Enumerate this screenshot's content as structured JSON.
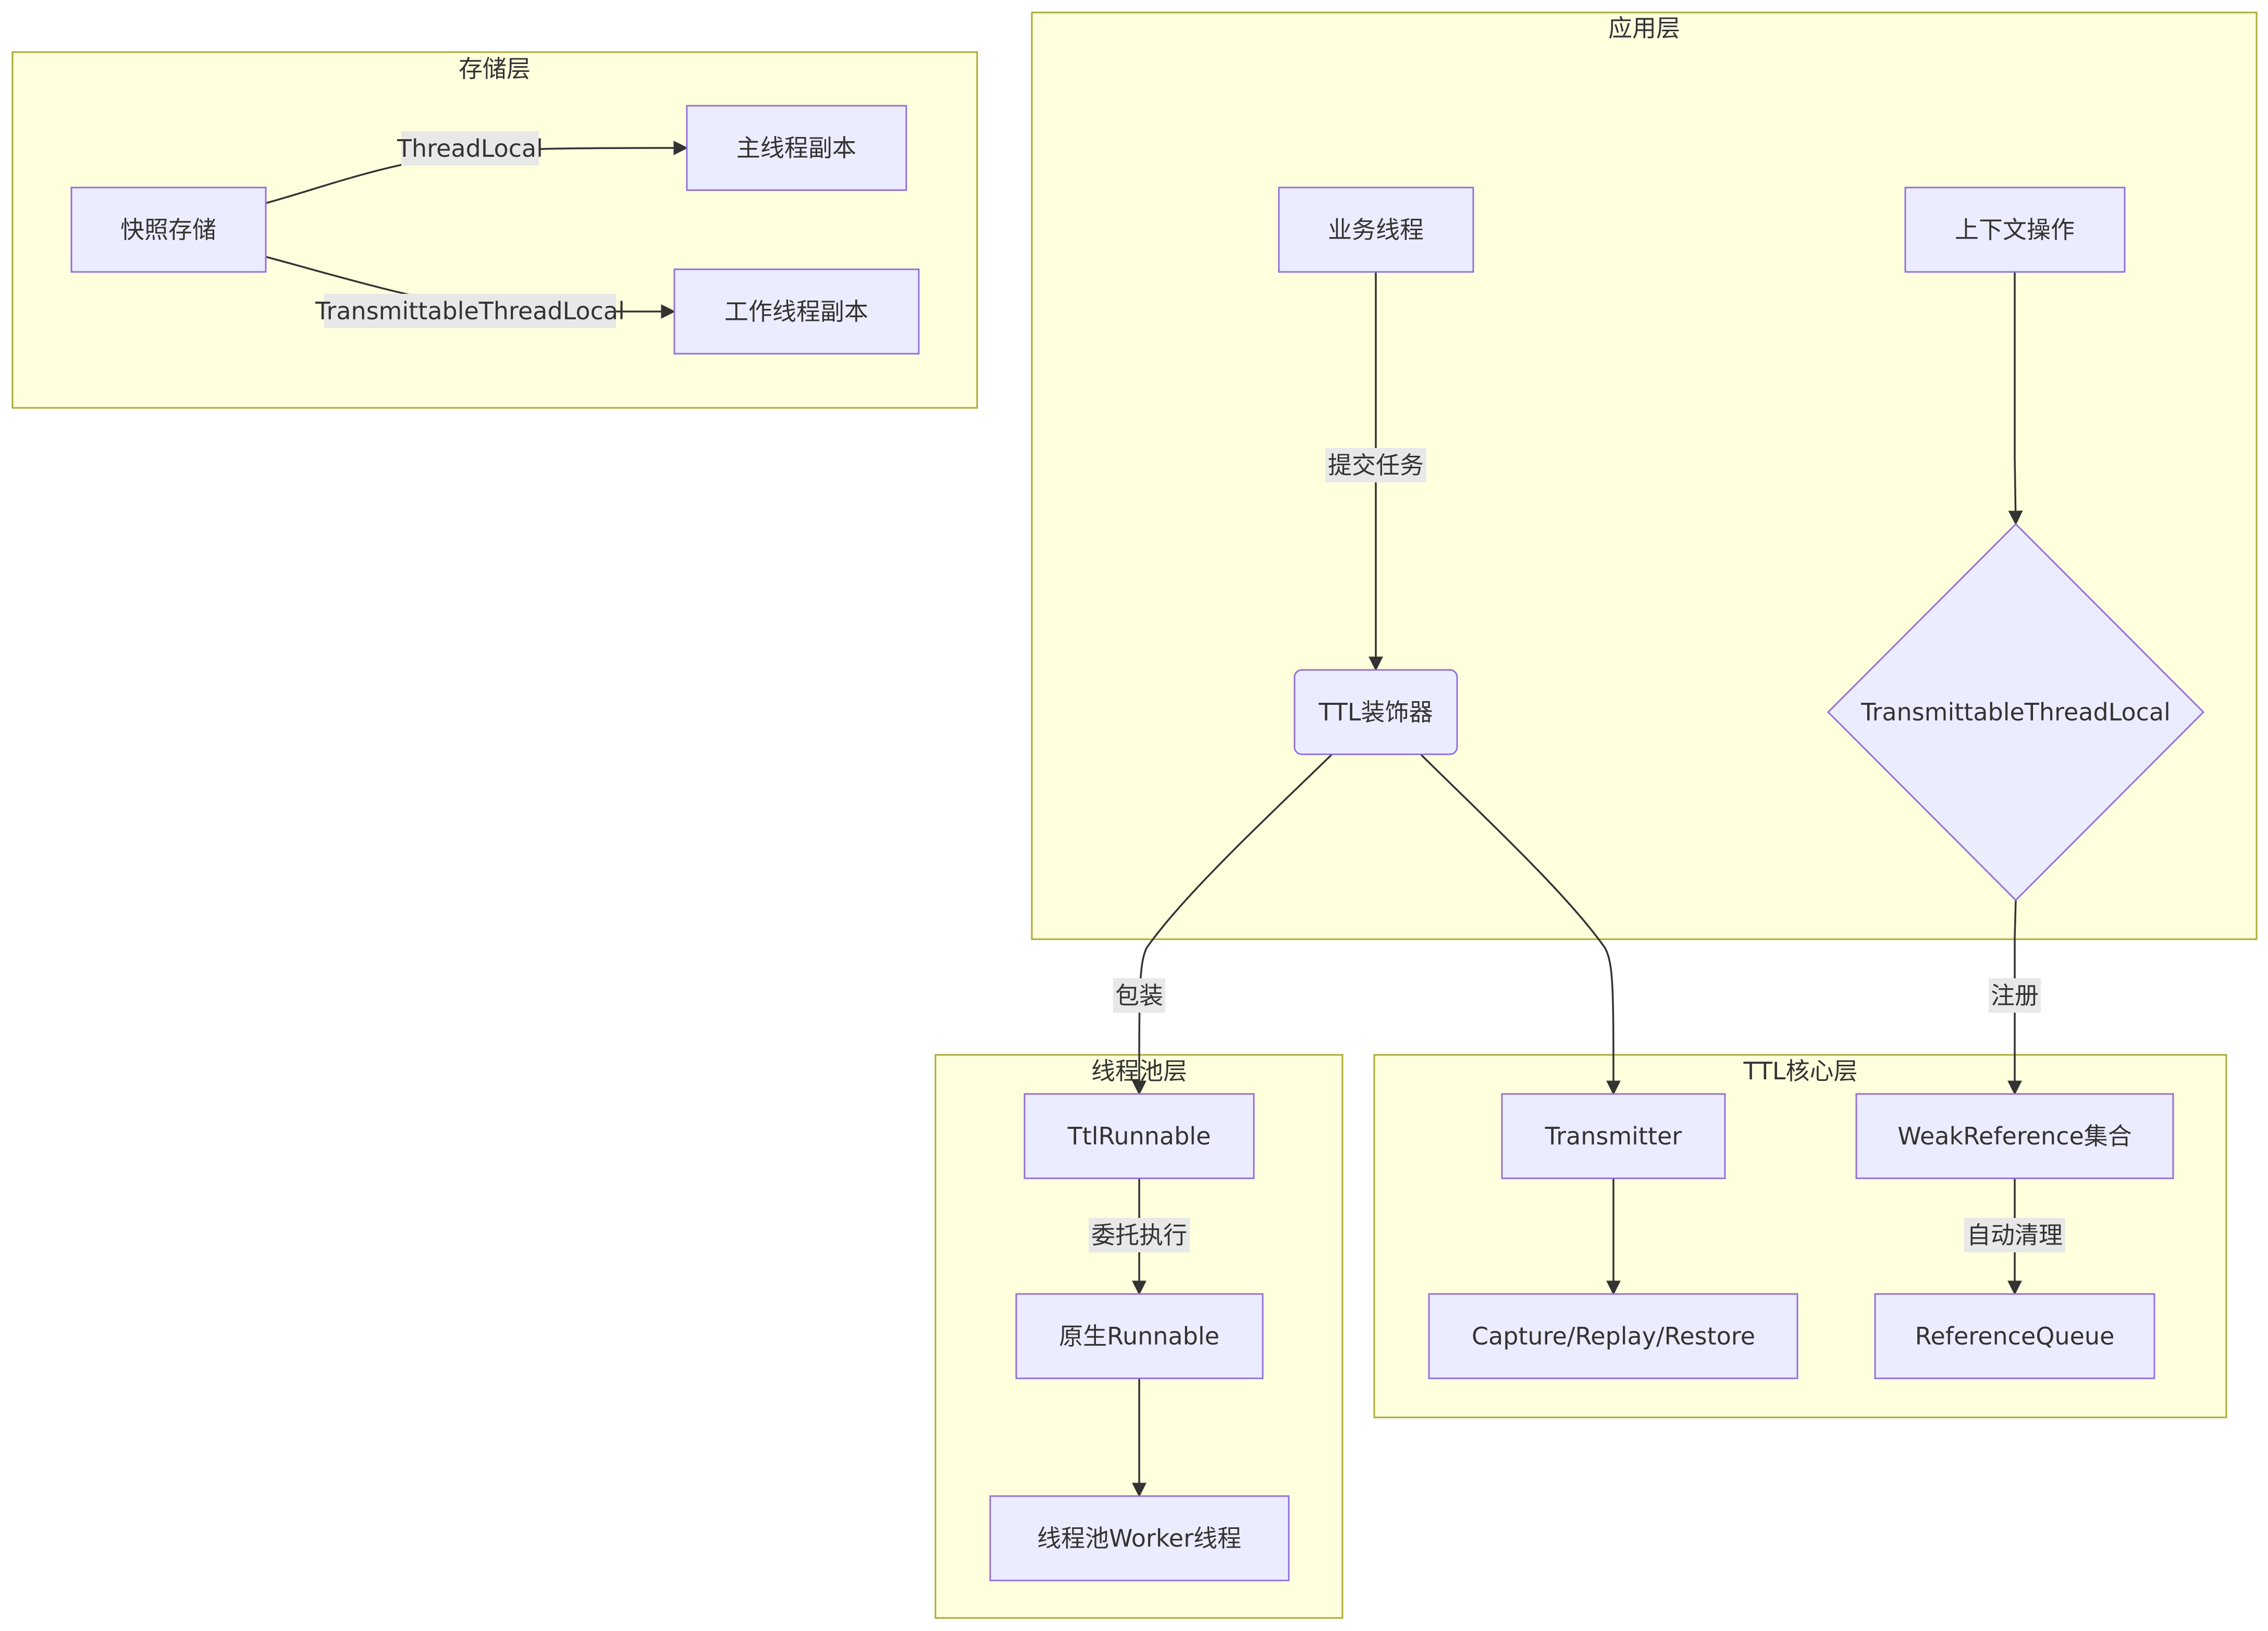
{
  "clusters": {
    "storage": "存储层",
    "app": "应用层",
    "pool": "线程池层",
    "core": "TTL核心层"
  },
  "nodes": {
    "snapshot": "快照存储",
    "main_copy": "主线程副本",
    "worker_copy": "工作线程副本",
    "biz_thread": "业务线程",
    "ctx_op": "上下文操作",
    "decorator": "TTL装饰器",
    "ttl": "TransmittableThreadLocal",
    "ttl_runnable": "TtlRunnable",
    "raw_runnable": "原生Runnable",
    "worker_thread": "线程池Worker线程",
    "transmitter": "Transmitter",
    "crr": "Capture/Replay/Restore",
    "weakref": "WeakReference集合",
    "refqueue": "ReferenceQueue"
  },
  "edges": {
    "threadlocal": "ThreadLocal",
    "ttl_edge": "TransmittableThreadLocal",
    "submit": "提交任务",
    "wrap": "包装",
    "register": "注册",
    "delegate": "委托执行",
    "cleanup": "自动清理"
  },
  "colors": {
    "cluster_fill": "#ffffde",
    "cluster_stroke": "#aaaa33",
    "node_fill": "#ececff",
    "node_stroke": "#9370db",
    "edge": "#333333",
    "edge_label_bg": "#e8e8e8",
    "text": "#333333"
  }
}
